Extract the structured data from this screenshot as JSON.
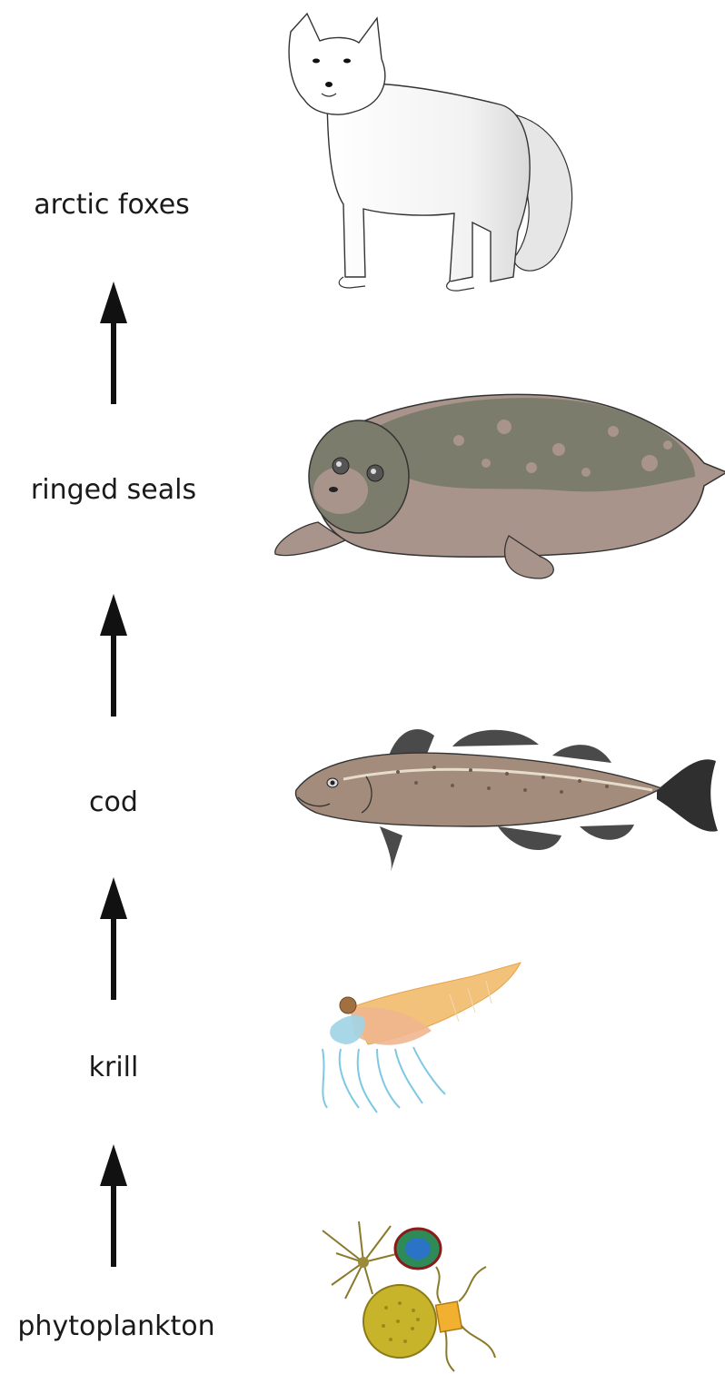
{
  "food_chain": {
    "levels": [
      {
        "label": "arctic foxes",
        "illustration": "arctic-fox-icon"
      },
      {
        "label": "ringed seals",
        "illustration": "ringed-seal-icon"
      },
      {
        "label": "cod",
        "illustration": "cod-icon"
      },
      {
        "label": "krill",
        "illustration": "krill-icon"
      },
      {
        "label": "phytoplankton",
        "illustration": "phytoplankton-icon"
      }
    ],
    "arrow_direction": "up"
  }
}
